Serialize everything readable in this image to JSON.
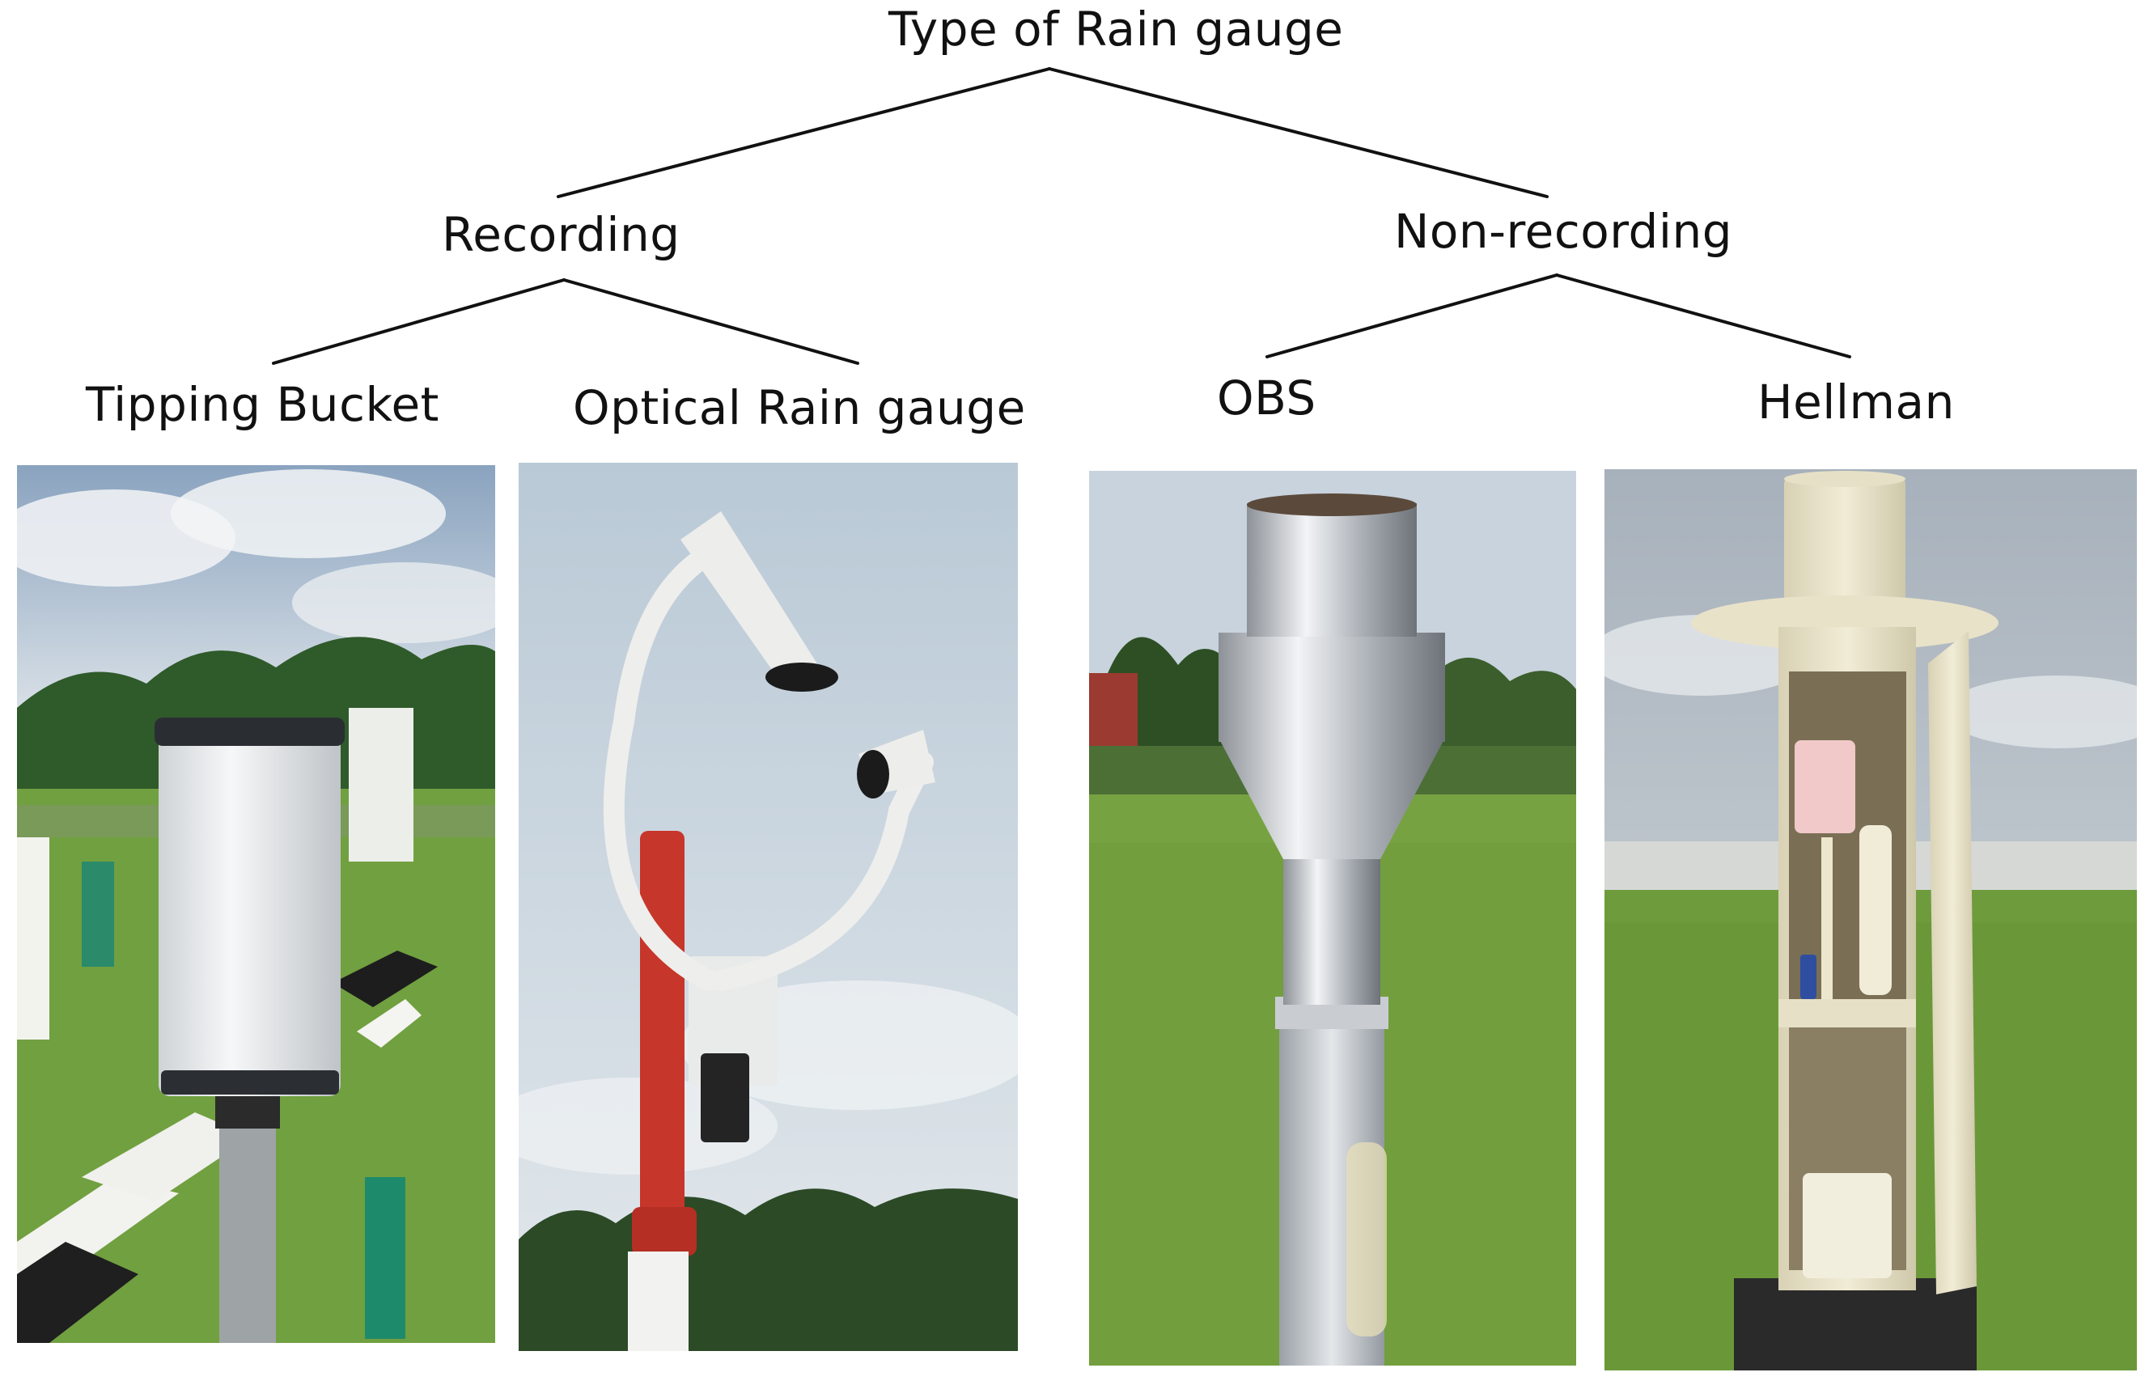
{
  "tree": {
    "root": "Type of Rain gauge",
    "recording": {
      "label": "Recording",
      "children": [
        "Tipping Bucket",
        "Optical Rain gauge"
      ]
    },
    "non_recording": {
      "label": "Non-recording",
      "children": [
        "OBS",
        "Hellman"
      ]
    }
  },
  "colors": {
    "line": "#111111",
    "sky": "#c9d6e3",
    "grass": "#6f9a3e",
    "white_instrument": "#f1f2f0",
    "red_pole": "#c7362a",
    "steel": "#b9bec4",
    "cream": "#ebe6cf"
  }
}
